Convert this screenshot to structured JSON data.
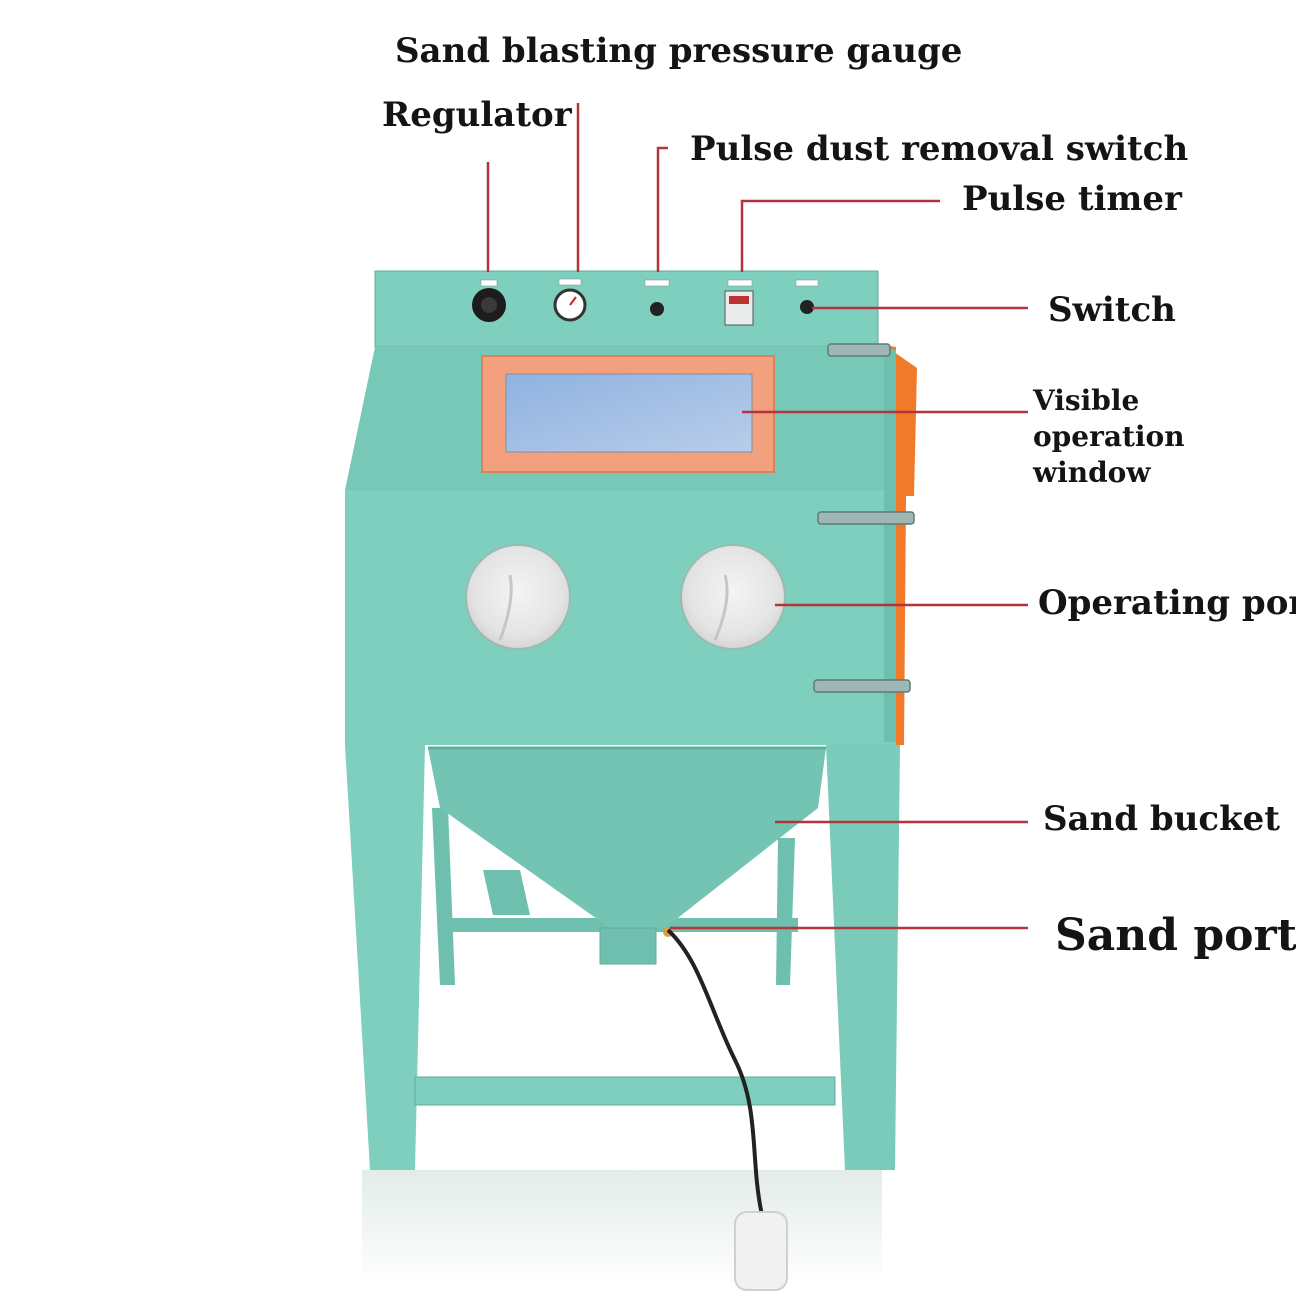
{
  "labels": {
    "pressure_gauge": "Sand blasting pressure gauge",
    "regulator": "Regulator",
    "pulse_dust_switch": "Pulse dust removal switch",
    "pulse_timer": "Pulse timer",
    "switch": "Switch",
    "operation_window_line1": "Visible operation",
    "operation_window_line2": "window",
    "operating_port": "Operating port",
    "sand_bucket": "Sand bucket",
    "sand_port": "Sand port"
  },
  "colors": {
    "cabinet": "#7fcfbf",
    "cabinet_shadow": "#6fbfae",
    "cabinet_dark": "#5fae9c",
    "door": "#f07a2a",
    "window_frame": "#f2a07e",
    "leader_line": "#b3353a",
    "text": "#141414"
  },
  "icons": [
    "regulator-knob-icon",
    "pressure-gauge-icon",
    "rotary-switch-icon",
    "digital-timer-icon",
    "power-switch-icon",
    "foot-pedal-icon"
  ]
}
